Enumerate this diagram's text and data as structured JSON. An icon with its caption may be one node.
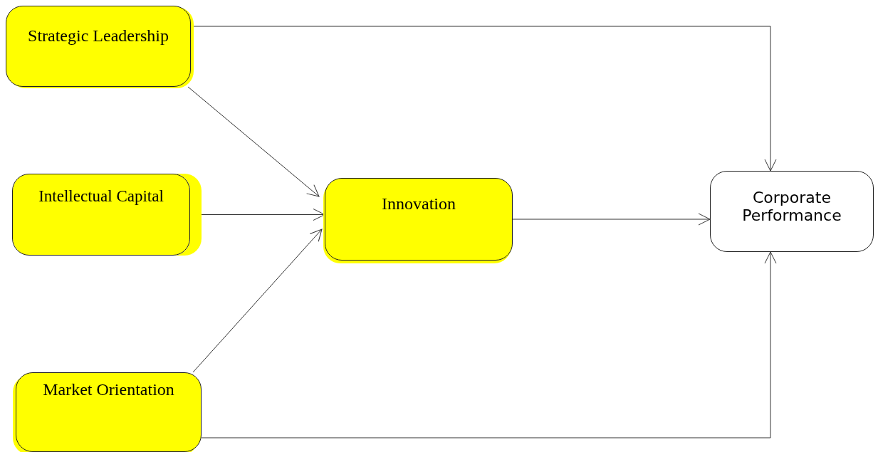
{
  "diagram": {
    "nodes": [
      {
        "text": [
          "Strategic Leadership"
        ]
      },
      {
        "text": [
          "Intellectual Capital"
        ]
      },
      {
        "text": [
          "Innovation"
        ]
      },
      {
        "text": [
          "Market Orientation"
        ]
      },
      {
        "text": [
          "Corporate Performance"
        ]
      }
    ],
    "edges": [
      {
        "from": 0,
        "to": 2,
        "arrow": "to"
      },
      {
        "from": 1,
        "to": 2,
        "arrow": "to"
      },
      {
        "from": 3,
        "to": 2,
        "arrow": "to"
      },
      {
        "from": 2,
        "to": 4,
        "arrow": "to"
      },
      {
        "from": 0,
        "to": 4,
        "arrow": "to"
      },
      {
        "from": 3,
        "to": 4,
        "arrow": "to"
      }
    ]
  }
}
